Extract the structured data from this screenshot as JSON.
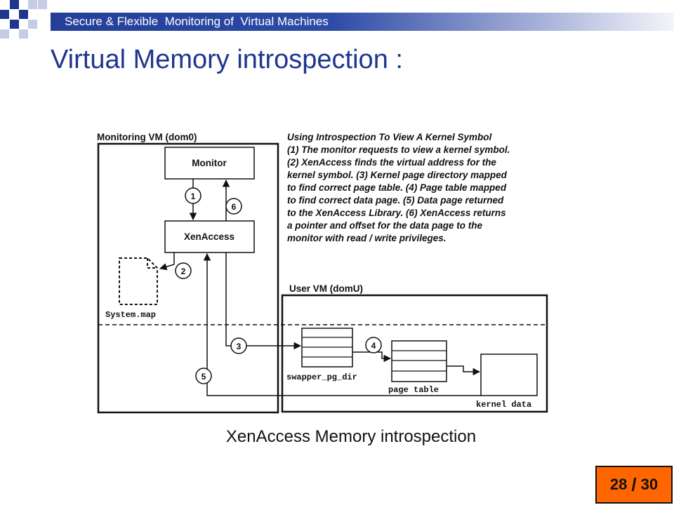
{
  "header": {
    "banner_text": "Secure & Flexible  Monitoring of  Virtual Machines",
    "title": "Virtual Memory introspection :"
  },
  "diagram": {
    "dom0_label": "Monitoring VM (dom0)",
    "monitor_label": "Monitor",
    "xenaccess_label": "XenAccess",
    "systemmap_label": "System.map",
    "domu_label": "User VM (domU)",
    "swapper_label": "swapper_pg_dir",
    "pagetable_label": "page table",
    "kerneldata_label": "kernel data",
    "steps": [
      "1",
      "2",
      "3",
      "4",
      "5",
      "6"
    ],
    "description_lines": [
      "Using Introspection To View A Kernel Symbol",
      "(1) The monitor requests to view a kernel symbol.",
      "(2) XenAccess finds the virtual address for the",
      "kernel symbol.  (3) Kernel page directory mapped",
      "to find correct page table.  (4) Page table mapped",
      "to find correct data page.  (5) Data page returned",
      "to the XenAccess Library.  (6)  XenAccess returns",
      "a pointer and offset for the data page to the",
      "monitor with read / write privileges."
    ]
  },
  "caption": "XenAccess Memory introspection",
  "page": {
    "current": "28",
    "separator": "/",
    "total": "30"
  },
  "colors": {
    "banner": "#233f9a",
    "title": "#1f3590",
    "page_box": "#ff6600"
  }
}
